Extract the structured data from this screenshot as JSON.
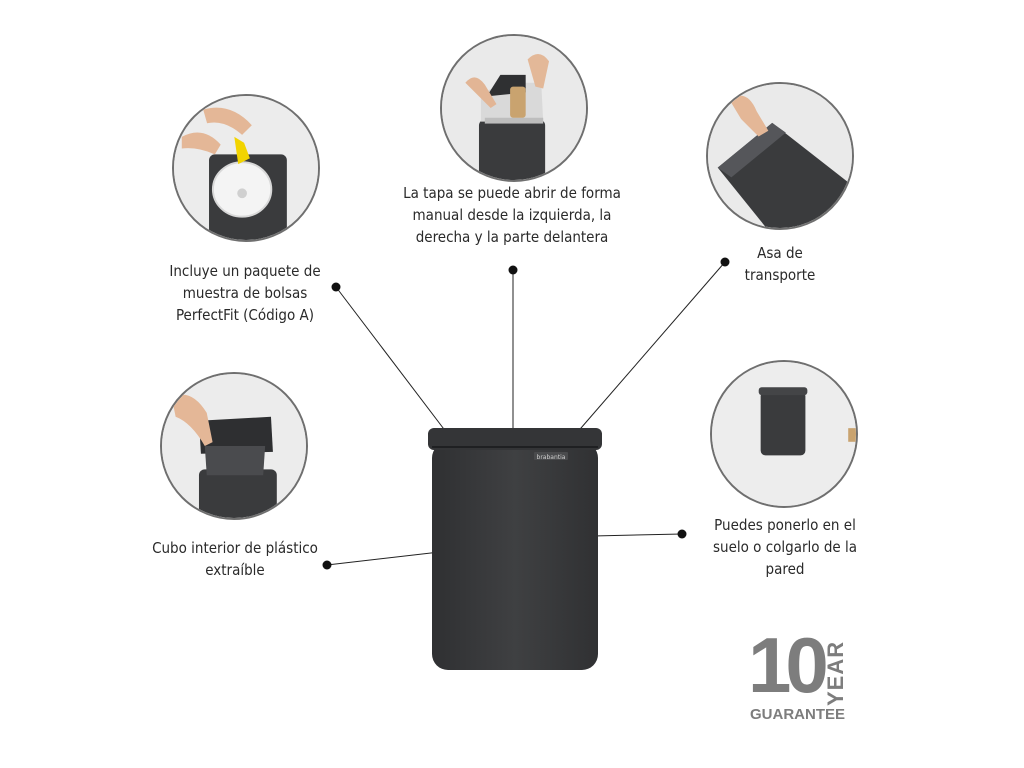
{
  "captions": {
    "lid": [
      "La tapa se puede abrir de forma",
      "manual desde la izquierda, la",
      "derecha y la parte delantera"
    ],
    "bags": [
      "Incluye un paquete de",
      "muestra de bolsas",
      "PerfectFit (Código A)"
    ],
    "handle": [
      "Asa de",
      "transporte"
    ],
    "inner_bucket": [
      "Cubo interior de plástico",
      "extraíble"
    ],
    "mounting": [
      "Puedes ponerlo en el",
      "suelo o colgarlo de la",
      "pared"
    ]
  },
  "brand_label": "brabantia",
  "guarantee": {
    "number": "10",
    "year": "YEAR",
    "label": "GUARANTEE"
  },
  "colors": {
    "bin": "#3b3c3e",
    "line": "#222222",
    "badge": "#7d7d7d"
  }
}
